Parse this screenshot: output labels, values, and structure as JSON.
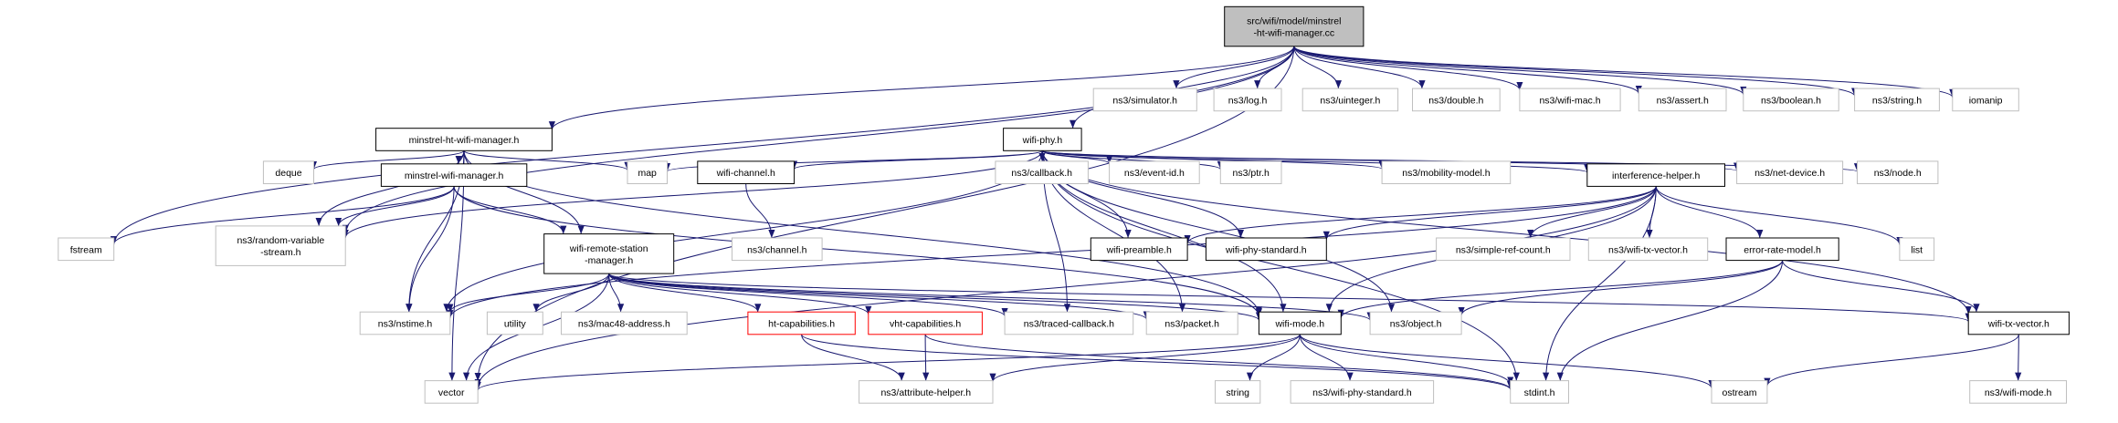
{
  "colors": {
    "edge": "#191970",
    "root_fill": "#bfbfbf",
    "root_border": "#000000",
    "local_border": "#000000",
    "system_border": "#bfbfbf",
    "incomplete_border": "#ff0000"
  },
  "root": "src_wifi_model_minstrel_ht_wifi_manager_cc",
  "nodes": [
    {
      "id": "src_wifi_model_minstrel_ht_wifi_manager_cc",
      "lines": [
        "src/wifi/model/minstrel",
        "-ht-wifi-manager.cc"
      ],
      "kind": "root"
    },
    {
      "id": "minstrel_ht_wifi_manager_h",
      "lines": [
        "minstrel-ht-wifi-manager.h"
      ],
      "kind": "local"
    },
    {
      "id": "wifi_phy_h",
      "lines": [
        "wifi-phy.h"
      ],
      "kind": "local"
    },
    {
      "id": "ns3_simulator_h",
      "lines": [
        "ns3/simulator.h"
      ],
      "kind": "system"
    },
    {
      "id": "ns3_log_h",
      "lines": [
        "ns3/log.h"
      ],
      "kind": "system"
    },
    {
      "id": "ns3_uinteger_h",
      "lines": [
        "ns3/uinteger.h"
      ],
      "kind": "system"
    },
    {
      "id": "ns3_double_h",
      "lines": [
        "ns3/double.h"
      ],
      "kind": "system"
    },
    {
      "id": "ns3_wifi_mac_h",
      "lines": [
        "ns3/wifi-mac.h"
      ],
      "kind": "system"
    },
    {
      "id": "ns3_assert_h",
      "lines": [
        "ns3/assert.h"
      ],
      "kind": "system"
    },
    {
      "id": "ns3_boolean_h",
      "lines": [
        "ns3/boolean.h"
      ],
      "kind": "system"
    },
    {
      "id": "ns3_string_h",
      "lines": [
        "ns3/string.h"
      ],
      "kind": "system"
    },
    {
      "id": "iomanip",
      "lines": [
        "iomanip"
      ],
      "kind": "system"
    },
    {
      "id": "deque",
      "lines": [
        "deque"
      ],
      "kind": "system"
    },
    {
      "id": "map",
      "lines": [
        "map"
      ],
      "kind": "system"
    },
    {
      "id": "minstrel_wifi_manager_h",
      "lines": [
        "minstrel-wifi-manager.h"
      ],
      "kind": "local"
    },
    {
      "id": "wifi_channel_h",
      "lines": [
        "wifi-channel.h"
      ],
      "kind": "local"
    },
    {
      "id": "ns3_callback_h",
      "lines": [
        "ns3/callback.h"
      ],
      "kind": "system"
    },
    {
      "id": "ns3_event_id_h",
      "lines": [
        "ns3/event-id.h"
      ],
      "kind": "system"
    },
    {
      "id": "ns3_ptr_h",
      "lines": [
        "ns3/ptr.h"
      ],
      "kind": "system"
    },
    {
      "id": "ns3_mobility_model_h",
      "lines": [
        "ns3/mobility-model.h"
      ],
      "kind": "system"
    },
    {
      "id": "interference_helper_h",
      "lines": [
        "interference-helper.h"
      ],
      "kind": "local"
    },
    {
      "id": "ns3_net_device_h",
      "lines": [
        "ns3/net-device.h"
      ],
      "kind": "system"
    },
    {
      "id": "ns3_node_h",
      "lines": [
        "ns3/node.h"
      ],
      "kind": "system"
    },
    {
      "id": "fstream",
      "lines": [
        "fstream"
      ],
      "kind": "system"
    },
    {
      "id": "ns3_random_variable_stream_h",
      "lines": [
        "ns3/random-variable",
        "-stream.h"
      ],
      "kind": "system"
    },
    {
      "id": "wifi_remote_station_manager_h",
      "lines": [
        "wifi-remote-station",
        "-manager.h"
      ],
      "kind": "local"
    },
    {
      "id": "ns3_channel_h",
      "lines": [
        "ns3/channel.h"
      ],
      "kind": "system"
    },
    {
      "id": "wifi_preamble_h",
      "lines": [
        "wifi-preamble.h"
      ],
      "kind": "local"
    },
    {
      "id": "wifi_phy_standard_h",
      "lines": [
        "wifi-phy-standard.h"
      ],
      "kind": "local"
    },
    {
      "id": "ns3_simple_ref_count_h",
      "lines": [
        "ns3/simple-ref-count.h"
      ],
      "kind": "system"
    },
    {
      "id": "ns3_wifi_tx_vector_h",
      "lines": [
        "ns3/wifi-tx-vector.h"
      ],
      "kind": "system"
    },
    {
      "id": "error_rate_model_h",
      "lines": [
        "error-rate-model.h"
      ],
      "kind": "local"
    },
    {
      "id": "list",
      "lines": [
        "list"
      ],
      "kind": "system"
    },
    {
      "id": "ns3_nstime_h",
      "lines": [
        "ns3/nstime.h"
      ],
      "kind": "system"
    },
    {
      "id": "utility",
      "lines": [
        "utility"
      ],
      "kind": "system"
    },
    {
      "id": "ns3_mac48_address_h",
      "lines": [
        "ns3/mac48-address.h"
      ],
      "kind": "system"
    },
    {
      "id": "ht_capabilities_h",
      "lines": [
        "ht-capabilities.h"
      ],
      "kind": "incomplete"
    },
    {
      "id": "vht_capabilities_h",
      "lines": [
        "vht-capabilities.h"
      ],
      "kind": "incomplete"
    },
    {
      "id": "ns3_traced_callback_h",
      "lines": [
        "ns3/traced-callback.h"
      ],
      "kind": "system"
    },
    {
      "id": "ns3_packet_h",
      "lines": [
        "ns3/packet.h"
      ],
      "kind": "system"
    },
    {
      "id": "wifi_mode_h",
      "lines": [
        "wifi-mode.h"
      ],
      "kind": "local"
    },
    {
      "id": "ns3_object_h",
      "lines": [
        "ns3/object.h"
      ],
      "kind": "system"
    },
    {
      "id": "wifi_tx_vector_h",
      "lines": [
        "wifi-tx-vector.h"
      ],
      "kind": "local"
    },
    {
      "id": "vector",
      "lines": [
        "vector"
      ],
      "kind": "system"
    },
    {
      "id": "ns3_attribute_helper_h",
      "lines": [
        "ns3/attribute-helper.h"
      ],
      "kind": "system"
    },
    {
      "id": "string",
      "lines": [
        "string"
      ],
      "kind": "system"
    },
    {
      "id": "ns3_wifi_phy_standard_h",
      "lines": [
        "ns3/wifi-phy-standard.h"
      ],
      "kind": "system"
    },
    {
      "id": "stdint_h",
      "lines": [
        "stdint.h"
      ],
      "kind": "system"
    },
    {
      "id": "ostream",
      "lines": [
        "ostream"
      ],
      "kind": "system"
    },
    {
      "id": "ns3_wifi_mode_h",
      "lines": [
        "ns3/wifi-mode.h"
      ],
      "kind": "system"
    }
  ],
  "edges": [
    [
      "src_wifi_model_minstrel_ht_wifi_manager_cc",
      "minstrel_ht_wifi_manager_h"
    ],
    [
      "src_wifi_model_minstrel_ht_wifi_manager_cc",
      "wifi_phy_h"
    ],
    [
      "src_wifi_model_minstrel_ht_wifi_manager_cc",
      "ns3_simulator_h"
    ],
    [
      "src_wifi_model_minstrel_ht_wifi_manager_cc",
      "ns3_log_h"
    ],
    [
      "src_wifi_model_minstrel_ht_wifi_manager_cc",
      "ns3_uinteger_h"
    ],
    [
      "src_wifi_model_minstrel_ht_wifi_manager_cc",
      "ns3_double_h"
    ],
    [
      "src_wifi_model_minstrel_ht_wifi_manager_cc",
      "ns3_wifi_mac_h"
    ],
    [
      "src_wifi_model_minstrel_ht_wifi_manager_cc",
      "ns3_assert_h"
    ],
    [
      "src_wifi_model_minstrel_ht_wifi_manager_cc",
      "ns3_boolean_h"
    ],
    [
      "src_wifi_model_minstrel_ht_wifi_manager_cc",
      "ns3_string_h"
    ],
    [
      "src_wifi_model_minstrel_ht_wifi_manager_cc",
      "iomanip"
    ],
    [
      "src_wifi_model_minstrel_ht_wifi_manager_cc",
      "fstream"
    ],
    [
      "src_wifi_model_minstrel_ht_wifi_manager_cc",
      "vector"
    ],
    [
      "src_wifi_model_minstrel_ht_wifi_manager_cc",
      "ns3_random_variable_stream_h"
    ],
    [
      "minstrel_ht_wifi_manager_h",
      "deque"
    ],
    [
      "minstrel_ht_wifi_manager_h",
      "map"
    ],
    [
      "minstrel_ht_wifi_manager_h",
      "minstrel_wifi_manager_h"
    ],
    [
      "minstrel_ht_wifi_manager_h",
      "wifi_remote_station_manager_h"
    ],
    [
      "minstrel_ht_wifi_manager_h",
      "ns3_random_variable_stream_h"
    ],
    [
      "minstrel_ht_wifi_manager_h",
      "ns3_nstime_h"
    ],
    [
      "minstrel_ht_wifi_manager_h",
      "vector"
    ],
    [
      "minstrel_ht_wifi_manager_h",
      "wifi_mode_h"
    ],
    [
      "minstrel_wifi_manager_h",
      "fstream"
    ],
    [
      "minstrel_wifi_manager_h",
      "ns3_random_variable_stream_h"
    ],
    [
      "minstrel_wifi_manager_h",
      "wifi_remote_station_manager_h"
    ],
    [
      "minstrel_wifi_manager_h",
      "ns3_nstime_h"
    ],
    [
      "minstrel_wifi_manager_h",
      "wifi_mode_h"
    ],
    [
      "wifi_phy_h",
      "map"
    ],
    [
      "wifi_phy_h",
      "wifi_channel_h"
    ],
    [
      "wifi_phy_h",
      "ns3_callback_h"
    ],
    [
      "wifi_phy_h",
      "ns3_event_id_h"
    ],
    [
      "wifi_phy_h",
      "ns3_ptr_h"
    ],
    [
      "wifi_phy_h",
      "ns3_mobility_model_h"
    ],
    [
      "wifi_phy_h",
      "interference_helper_h"
    ],
    [
      "wifi_phy_h",
      "ns3_net_device_h"
    ],
    [
      "wifi_phy_h",
      "ns3_node_h"
    ],
    [
      "wifi_phy_h",
      "ns3_random_variable_stream_h"
    ],
    [
      "wifi_phy_h",
      "ns3_nstime_h"
    ],
    [
      "wifi_phy_h",
      "wifi_preamble_h"
    ],
    [
      "wifi_phy_h",
      "wifi_phy_standard_h"
    ],
    [
      "wifi_phy_h",
      "wifi_mode_h"
    ],
    [
      "wifi_phy_h",
      "ns3_traced_callback_h"
    ],
    [
      "wifi_phy_h",
      "ns3_packet_h"
    ],
    [
      "wifi_phy_h",
      "ns3_object_h"
    ],
    [
      "wifi_phy_h",
      "wifi_tx_vector_h"
    ],
    [
      "wifi_phy_h",
      "stdint_h"
    ],
    [
      "wifi_channel_h",
      "ns3_channel_h"
    ],
    [
      "interference_helper_h",
      "wifi_preamble_h"
    ],
    [
      "interference_helper_h",
      "wifi_phy_standard_h"
    ],
    [
      "interference_helper_h",
      "ns3_simple_ref_count_h"
    ],
    [
      "interference_helper_h",
      "ns3_wifi_tx_vector_h"
    ],
    [
      "interference_helper_h",
      "error_rate_model_h"
    ],
    [
      "interference_helper_h",
      "list"
    ],
    [
      "interference_helper_h",
      "ns3_nstime_h"
    ],
    [
      "interference_helper_h",
      "vector"
    ],
    [
      "interference_helper_h",
      "wifi_mode_h"
    ],
    [
      "interference_helper_h",
      "stdint_h"
    ],
    [
      "error_rate_model_h",
      "wifi_mode_h"
    ],
    [
      "error_rate_model_h",
      "ns3_object_h"
    ],
    [
      "error_rate_model_h",
      "wifi_tx_vector_h"
    ],
    [
      "error_rate_model_h",
      "stdint_h"
    ],
    [
      "wifi_remote_station_manager_h",
      "ns3_nstime_h"
    ],
    [
      "wifi_remote_station_manager_h",
      "utility"
    ],
    [
      "wifi_remote_station_manager_h",
      "ns3_mac48_address_h"
    ],
    [
      "wifi_remote_station_manager_h",
      "ht_capabilities_h"
    ],
    [
      "wifi_remote_station_manager_h",
      "vht_capabilities_h"
    ],
    [
      "wifi_remote_station_manager_h",
      "ns3_traced_callback_h"
    ],
    [
      "wifi_remote_station_manager_h",
      "ns3_packet_h"
    ],
    [
      "wifi_remote_station_manager_h",
      "wifi_mode_h"
    ],
    [
      "wifi_remote_station_manager_h",
      "ns3_object_h"
    ],
    [
      "wifi_remote_station_manager_h",
      "wifi_tx_vector_h"
    ],
    [
      "wifi_remote_station_manager_h",
      "vector"
    ],
    [
      "ht_capabilities_h",
      "ns3_attribute_helper_h"
    ],
    [
      "ht_capabilities_h",
      "stdint_h"
    ],
    [
      "vht_capabilities_h",
      "ns3_attribute_helper_h"
    ],
    [
      "vht_capabilities_h",
      "stdint_h"
    ],
    [
      "wifi_mode_h",
      "vector"
    ],
    [
      "wifi_mode_h",
      "ns3_attribute_helper_h"
    ],
    [
      "wifi_mode_h",
      "string"
    ],
    [
      "wifi_mode_h",
      "ns3_wifi_phy_standard_h"
    ],
    [
      "wifi_mode_h",
      "stdint_h"
    ],
    [
      "wifi_mode_h",
      "ostream"
    ],
    [
      "wifi_tx_vector_h",
      "ns3_wifi_mode_h"
    ],
    [
      "wifi_tx_vector_h",
      "ostream"
    ]
  ]
}
